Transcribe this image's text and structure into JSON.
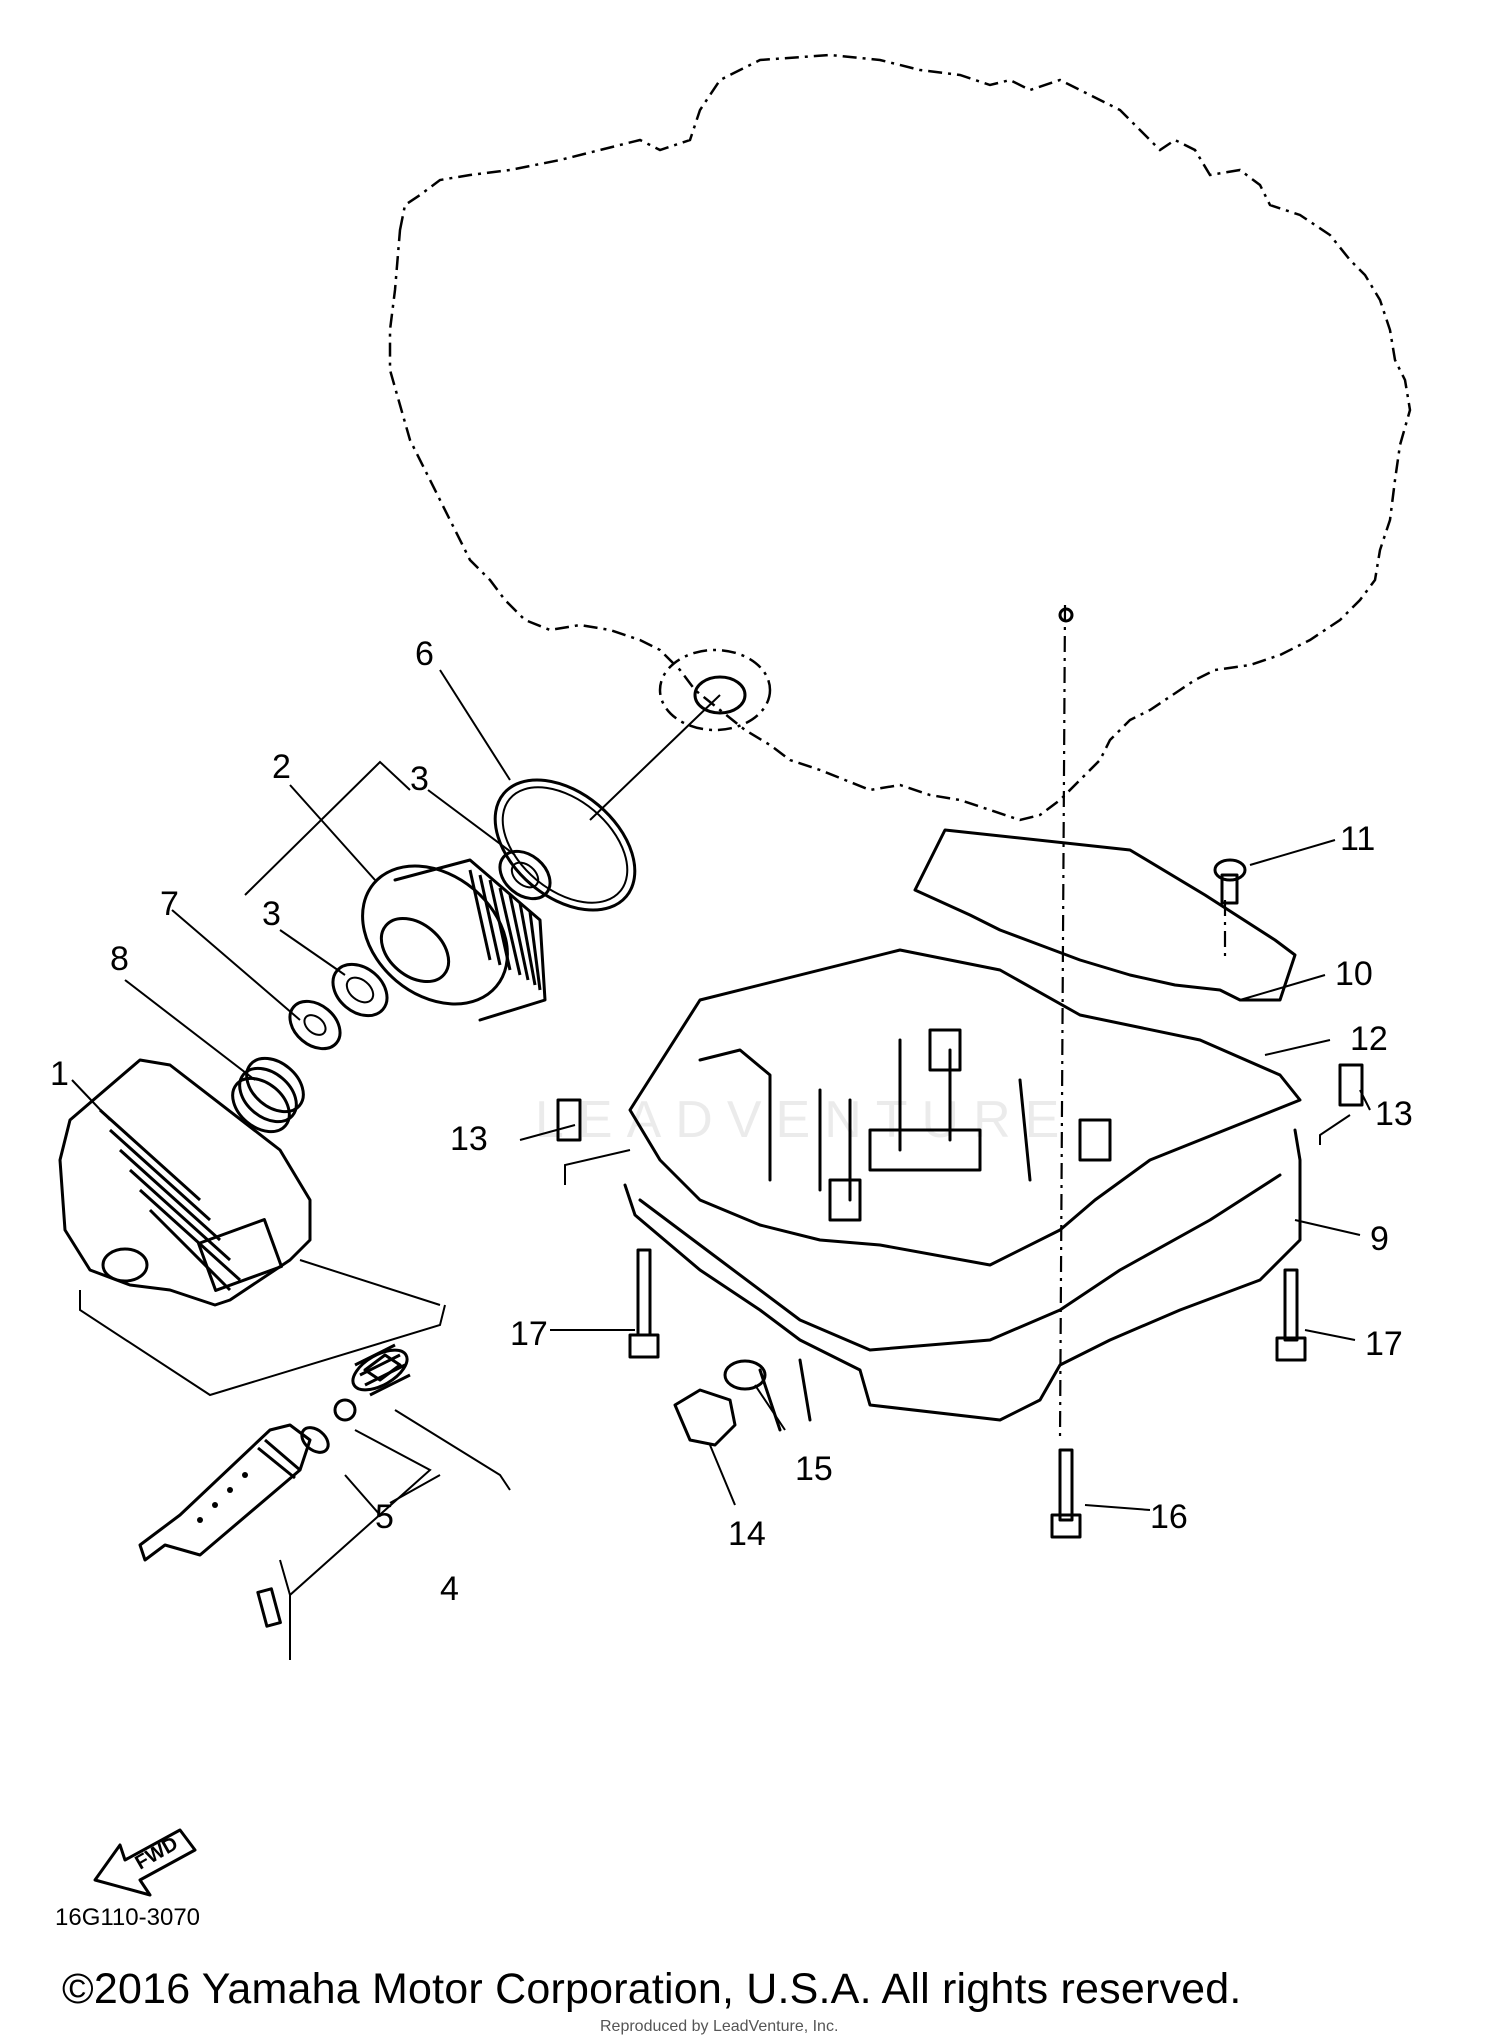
{
  "diagram": {
    "callouts": [
      {
        "id": "1",
        "label": "1"
      },
      {
        "id": "2",
        "label": "2"
      },
      {
        "id": "3a",
        "label": "3"
      },
      {
        "id": "3b",
        "label": "3"
      },
      {
        "id": "4",
        "label": "4"
      },
      {
        "id": "5",
        "label": "5"
      },
      {
        "id": "6",
        "label": "6"
      },
      {
        "id": "7",
        "label": "7"
      },
      {
        "id": "8",
        "label": "8"
      },
      {
        "id": "9",
        "label": "9"
      },
      {
        "id": "10",
        "label": "10"
      },
      {
        "id": "11",
        "label": "11"
      },
      {
        "id": "12",
        "label": "12"
      },
      {
        "id": "13a",
        "label": "13"
      },
      {
        "id": "13b",
        "label": "13"
      },
      {
        "id": "14",
        "label": "14"
      },
      {
        "id": "15",
        "label": "15"
      },
      {
        "id": "16",
        "label": "16"
      },
      {
        "id": "17a",
        "label": "17"
      },
      {
        "id": "17b",
        "label": "17"
      }
    ],
    "fwd_label": "FWD",
    "figure_code": "16G110-3070",
    "watermark": "LEADVENTURE"
  },
  "footer": {
    "copyright": "©2016 Yamaha Motor Corporation, U.S.A. All rights reserved.",
    "reproduced_by": "Reproduced by LeadVenture, Inc."
  }
}
